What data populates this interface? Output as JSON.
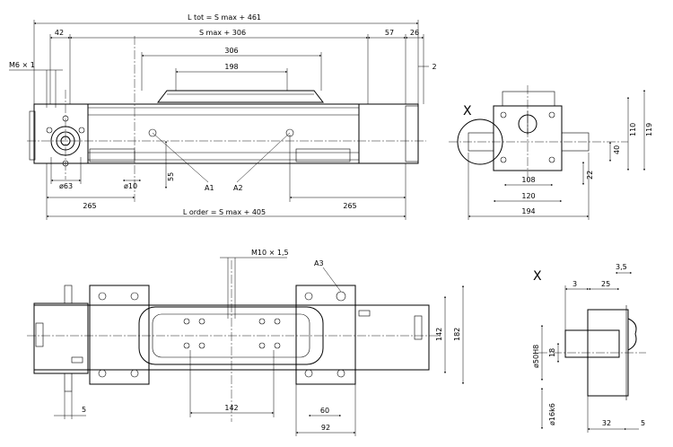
{
  "top_view": {
    "l_tot": "L tot = S max + 461",
    "s_max": "S max + 306",
    "d306": "306",
    "d198": "198",
    "d42": "42",
    "d57": "57",
    "d26": "26",
    "d2": "2",
    "thread": "M6 × 1",
    "d63": "ø63",
    "d10": "ø10",
    "d55": "55",
    "d265_left": "265",
    "d265_right": "265",
    "l_order": "L order = S max + 405",
    "a1": "A1",
    "a2": "A2"
  },
  "end_view": {
    "section": "X",
    "d110": "110",
    "d119": "119",
    "d40": "40",
    "d22": "22",
    "d108": "108",
    "d120": "120",
    "d194": "194"
  },
  "plan_view": {
    "thread": "M10 × 1,5",
    "a3": "A3",
    "d142_h": "142",
    "d142_v": "142",
    "d182": "182",
    "d5": "5",
    "d60": "60",
    "d92": "92"
  },
  "detail_x": {
    "label": "X",
    "d3_5": "3,5",
    "d3": "3",
    "d25": "25",
    "d50h8": "ø50H8",
    "d18": "18",
    "d16k6": "ø16k6",
    "d32": "32",
    "d5": "5"
  }
}
